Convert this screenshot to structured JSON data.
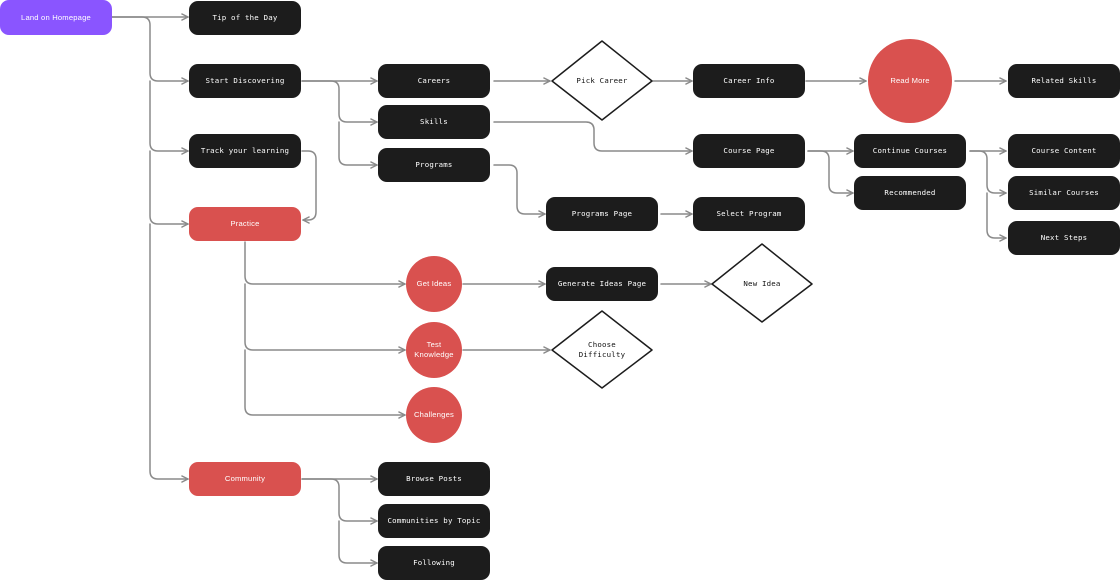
{
  "colors": {
    "start": "#8a55ff",
    "dark_node": "#1c1c1c",
    "red_node": "#d9514f",
    "connector": "#8a8a8a",
    "text_light": "#ffffff",
    "text_dark": "#111111"
  },
  "nodes": {
    "land_on_homepage": "Land on Homepage",
    "tip_of_the_day": "Tip of the Day",
    "start_discovering": "Start Discovering",
    "track_your_learning": "Track your learning",
    "practice": "Practice",
    "community": "Community",
    "careers": "Careers",
    "skills": "Skills",
    "programs": "Programs",
    "pick_career": "Pick Career",
    "career_info": "Career Info",
    "read_more": "Read More",
    "related_skills": "Related Skills",
    "course_page": "Course Page",
    "continue_courses": "Continue Courses",
    "recommended": "Recommended",
    "course_content": "Course Content",
    "similar_courses": "Similar Courses",
    "next_steps": "Next Steps",
    "programs_page": "Programs Page",
    "select_program": "Select Program",
    "get_ideas": "Get Ideas",
    "generate_ideas_page": "Generate Ideas Page",
    "new_idea": "New Idea",
    "test_knowledge": "Test Knowledge",
    "choose_difficulty": "Choose Difficulty",
    "challenges": "Challenges",
    "browse_posts": "Browse Posts",
    "communities_by_topic": "Communities by Topic",
    "following": "Following"
  }
}
